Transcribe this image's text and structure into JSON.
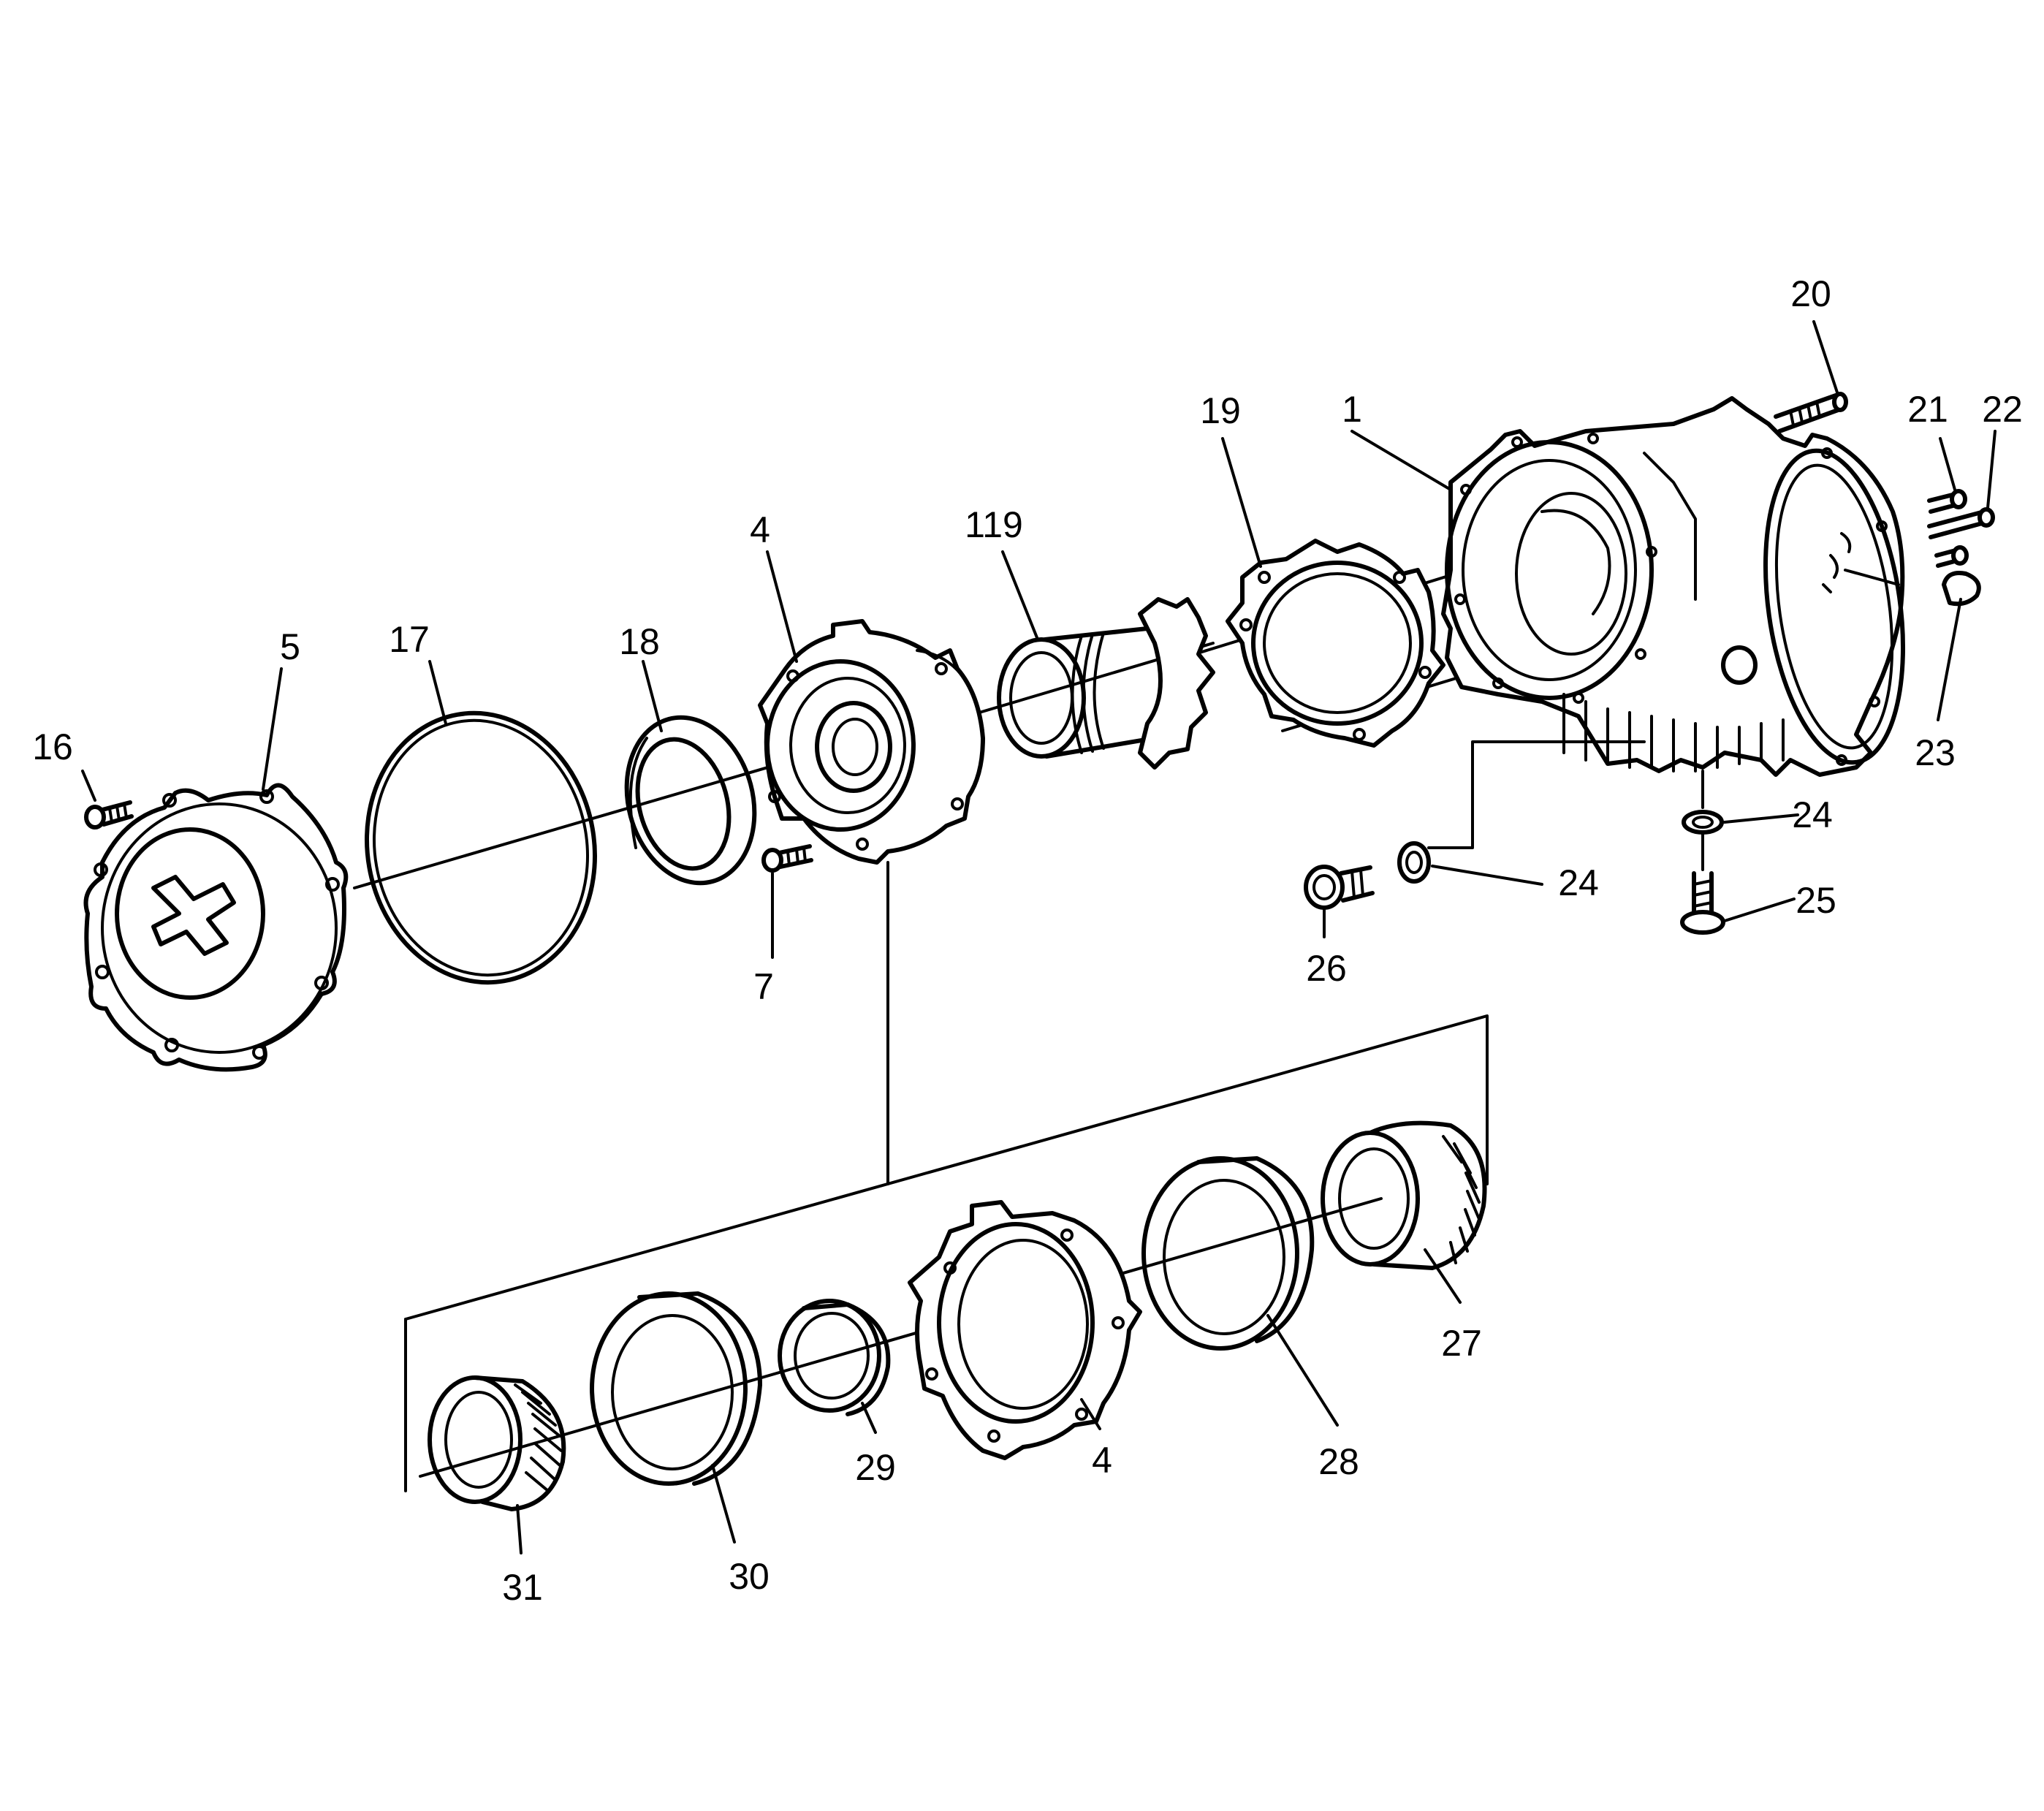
{
  "callouts": {
    "c1": "1",
    "c4_top": "4",
    "c4_bottom": "4",
    "c5": "5",
    "c7": "7",
    "c16": "16",
    "c17": "17",
    "c18": "18",
    "c19": "19",
    "c20": "20",
    "c21": "21",
    "c22": "22",
    "c23": "23",
    "c24_upper": "24",
    "c24_lower": "24",
    "c25": "25",
    "c26": "26",
    "c27": "27",
    "c28": "28",
    "c29": "29",
    "c30": "30",
    "c31": "31",
    "c119": "119"
  }
}
